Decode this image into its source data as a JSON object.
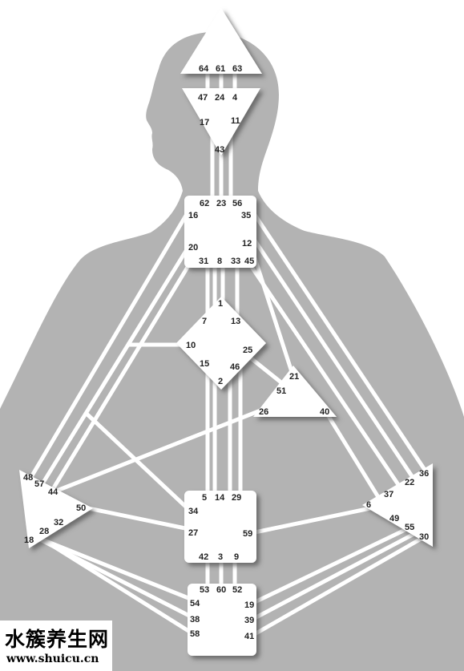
{
  "colors": {
    "background": "#ffffff",
    "silhouette": "#b3b3b3",
    "channel": "#ffffff",
    "center_fill": "#ffffff",
    "center_shadow": "#555555",
    "gate_text": "#222222"
  },
  "centers": [
    {
      "name": "head",
      "gates": [
        "64",
        "61",
        "63"
      ]
    },
    {
      "name": "ajna",
      "gates": [
        "47",
        "24",
        "4",
        "17",
        "11",
        "43"
      ]
    },
    {
      "name": "throat",
      "gates": [
        "62",
        "23",
        "56",
        "16",
        "35",
        "20",
        "12",
        "31",
        "8",
        "33",
        "45"
      ]
    },
    {
      "name": "g",
      "gates": [
        "1",
        "7",
        "13",
        "10",
        "25",
        "15",
        "46",
        "2"
      ]
    },
    {
      "name": "heart",
      "gates": [
        "21",
        "51",
        "26",
        "40"
      ]
    },
    {
      "name": "spleen",
      "gates": [
        "48",
        "57",
        "44",
        "50",
        "32",
        "28",
        "18"
      ]
    },
    {
      "name": "sacral",
      "gates": [
        "5",
        "14",
        "29",
        "34",
        "27",
        "59",
        "42",
        "3",
        "9"
      ]
    },
    {
      "name": "solar-plexus",
      "gates": [
        "36",
        "22",
        "37",
        "6",
        "49",
        "55",
        "30"
      ]
    },
    {
      "name": "root",
      "gates": [
        "53",
        "60",
        "52",
        "54",
        "19",
        "38",
        "39",
        "58",
        "41"
      ]
    }
  ],
  "watermark": {
    "title": "水簇养生网",
    "url": "www.shuicu.cn"
  }
}
